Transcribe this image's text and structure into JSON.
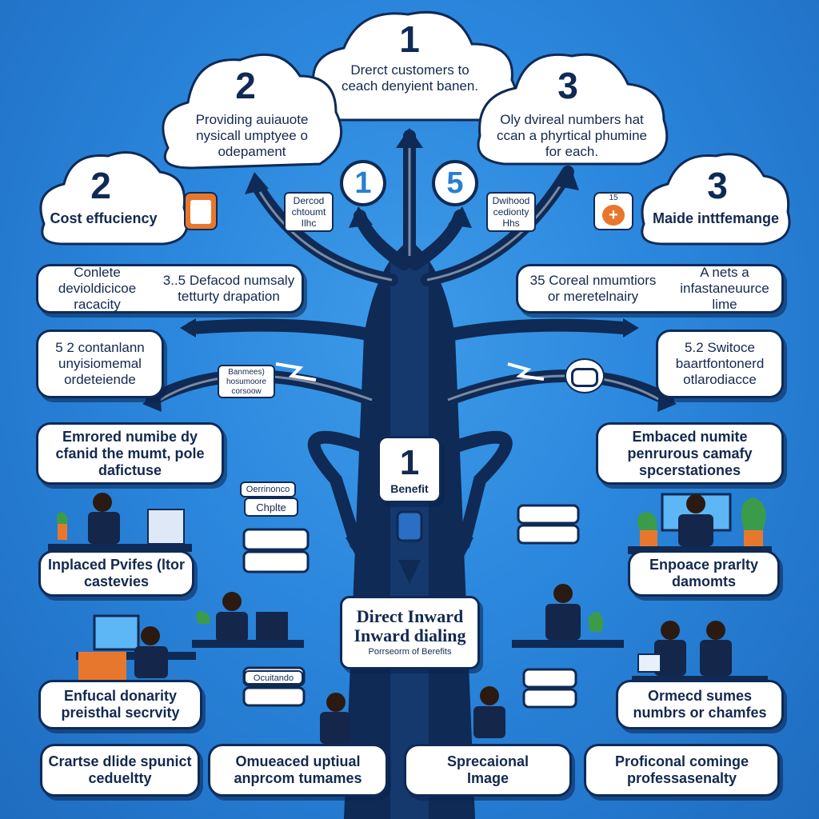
{
  "clouds": {
    "top_center": {
      "number": "1",
      "text": "Drerct customers to ceach denyient banen."
    },
    "top_left": {
      "number": "2",
      "text": "Providing auiauote nysicall umptyee o odepament"
    },
    "top_right": {
      "number": "3",
      "text": "Oly dvireal numbers hat ccan a phyrtical phumine for each."
    },
    "mid_left": {
      "number": "2",
      "text": "Cost effuciency"
    },
    "mid_right": {
      "number": "3",
      "text": "Maide inttfemange"
    }
  },
  "labels": {
    "box_left_1a": "Conlete devioldicicoe racacity",
    "box_left_1b": "3..5 Defacod numsaly tetturty drapation",
    "box_left_2": "5 2 contanlann unyisiomemal ordeteiende",
    "box_left_3": "Emrored numibe dy cfanid the mumt, pole dafictuse",
    "box_left_4": "Inplaced Pvifes (ltor castevies",
    "box_left_5": "Enfucal donarity preisthal secrvity",
    "box_bottom_1": "Crartse dlide spunict cedueltty",
    "box_bottom_2": "Omueaced uptiual anprcom tumames",
    "box_bottom_3": "Sprecaional Image",
    "box_bottom_4": "Proficonal cominge professasenalty",
    "box_right_1a": "35 Coreal nmumtiors or meretelnairy",
    "box_right_1b": "A nets a infastaneuurce lime",
    "box_right_2": "5.2 Switoce baartfontonerd otlarodiacce",
    "box_right_3": "Embaced numite penrurous camafy spcerstationes",
    "box_right_4": "Enpoace prarlty damomts",
    "box_right_5": "Ormecd sumes numbrs or chamfes",
    "circle_left": "1",
    "circle_right": "5",
    "tag_left": "Dercod chtoumt Ilhc",
    "tag_right": "Dwihood cedionty Hhs",
    "badge_right_num": "15",
    "small_card_banners": "Banmees) hosumoore corsoow",
    "small_card_oem": "Oerrinonco",
    "small_card_chpite": "Chplte",
    "small_card_ocuitando": "Ocuitando",
    "center_number": "1",
    "center_benefit": "Benefit",
    "center_title_1": "Direct Inward",
    "center_title_2": "Inward dialing",
    "center_subtitle": "Porrseorm of Berefits"
  },
  "colors": {
    "background": "#2a86dc",
    "navy": "#0f2a55",
    "orange": "#e8772e",
    "accent_blue": "#2a7fd0"
  }
}
